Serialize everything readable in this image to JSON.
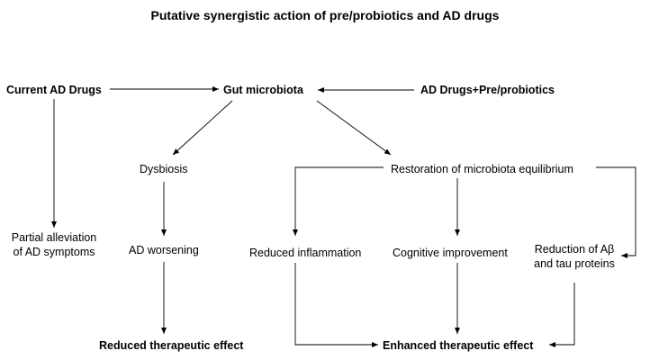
{
  "title": "Putative synergistic action of pre/probiotics and AD drugs",
  "nodes": {
    "current_drugs": "Current AD Drugs",
    "gut_microbiota": "Gut microbiota",
    "drugs_probiotics": "AD Drugs+Pre/probiotics",
    "dysbiosis": "Dysbiosis",
    "restoration": "Restoration of microbiota equilibrium",
    "partial_line1": "Partial alleviation",
    "partial_line2": "of AD symptoms",
    "worsening": "AD worsening",
    "reduced_inflammation": "Reduced inflammation",
    "cognitive": "Cognitive improvement",
    "reduction_line1": "Reduction of Aβ",
    "reduction_line2": "and tau proteins",
    "reduced_effect": "Reduced therapeutic effect",
    "enhanced_effect": "Enhanced therapeutic effect"
  },
  "colors": {
    "text": "#000000",
    "arrow": "#000000",
    "background": "#ffffff"
  }
}
